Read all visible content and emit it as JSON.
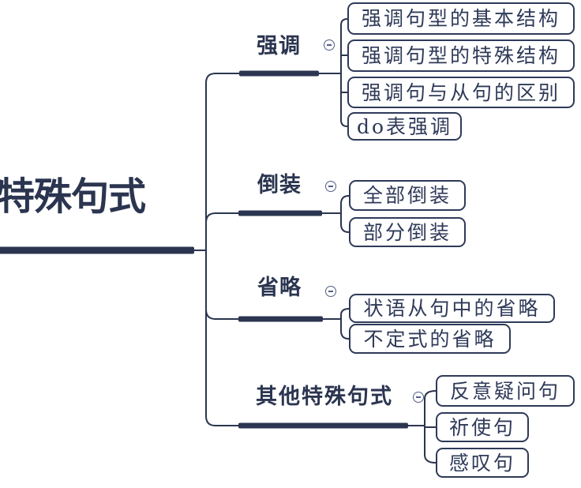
{
  "root": {
    "label": "特殊句式"
  },
  "branches": [
    {
      "label": "强调",
      "collapse_icon": "minus-circle",
      "children": [
        {
          "label": "强调句型的基本结构"
        },
        {
          "label": "强调句型的特殊结构"
        },
        {
          "label": "强调句与从句的区别"
        },
        {
          "label": "do表强调"
        }
      ]
    },
    {
      "label": "倒装",
      "collapse_icon": "minus-circle",
      "children": [
        {
          "label": "全部倒装"
        },
        {
          "label": "部分倒装"
        }
      ]
    },
    {
      "label": "省略",
      "collapse_icon": "minus-circle",
      "children": [
        {
          "label": "状语从句中的省略"
        },
        {
          "label": "不定式的省略"
        }
      ]
    },
    {
      "label": "其他特殊句式",
      "collapse_icon": "minus-circle",
      "children": [
        {
          "label": "反意疑问句"
        },
        {
          "label": "祈使句"
        },
        {
          "label": "感叹句"
        }
      ]
    }
  ],
  "colors": {
    "ink": "#2b3550",
    "topic_border": "#2f3a59",
    "collapse_icon": "#525d85",
    "background": "#ffffff"
  }
}
